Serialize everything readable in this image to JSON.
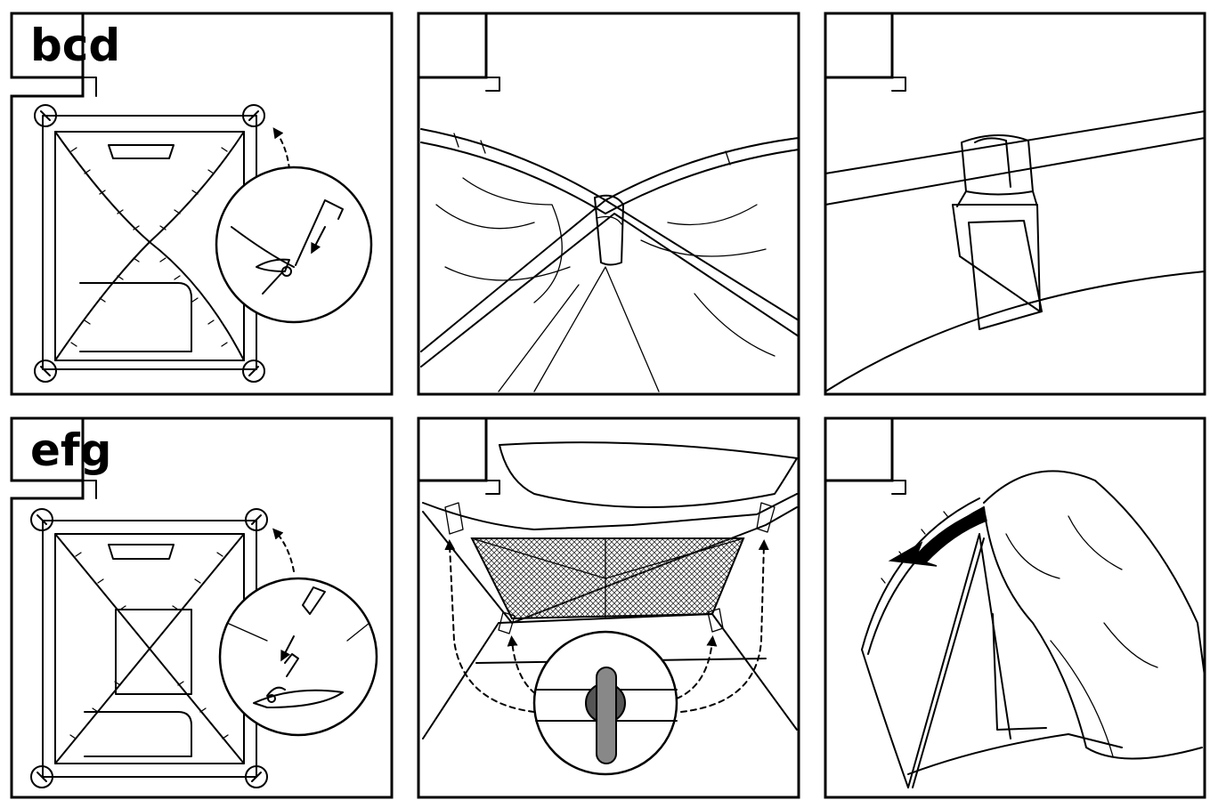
{
  "panels": [
    {
      "id": "panel-1",
      "step_label": "bcd"
    },
    {
      "id": "panel-2",
      "step_label": ""
    },
    {
      "id": "panel-3",
      "step_label": ""
    },
    {
      "id": "panel-4",
      "step_label": "efg"
    },
    {
      "id": "panel-5",
      "step_label": ""
    },
    {
      "id": "panel-6",
      "step_label": ""
    }
  ],
  "colors": {
    "line": "#000000",
    "background": "#ffffff",
    "arrow": "#000000"
  }
}
